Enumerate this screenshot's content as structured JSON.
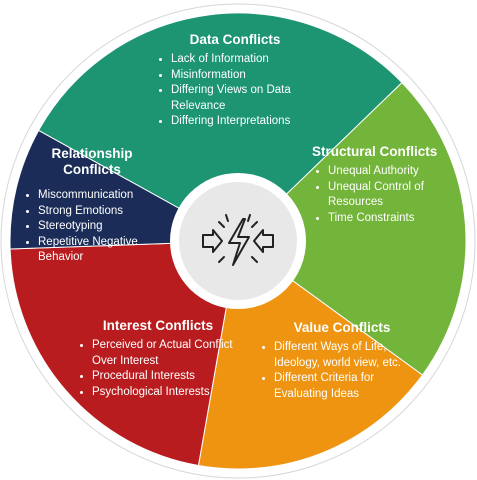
{
  "colors": {
    "data": "#1d9573",
    "structural": "#73b43a",
    "value": "#ee9410",
    "interest": "#b81c1f",
    "relationship": "#1a2c57",
    "hub": "#e8e8e8",
    "rim": "#ffffff"
  },
  "center": {
    "icon": "conflict-clash-icon"
  },
  "segments": {
    "data": {
      "title": "Data Conflicts",
      "items": [
        "Lack of Information",
        "Misinformation",
        "Differing Views on Data Relevance",
        "Differing Interpretations"
      ]
    },
    "structural": {
      "title": "Structural Conflicts",
      "items": [
        "Unequal Authority",
        "Unequal Control of Resources",
        "Time Constraints"
      ]
    },
    "value": {
      "title": "Value Conflicts",
      "items": [
        "Different Ways of Life, Ideology, world view, etc.",
        "Different Criteria for Evaluating Ideas"
      ]
    },
    "interest": {
      "title": "Interest Conflicts",
      "items": [
        "Perceived or Actual Conflict Over Interest",
        "Procedural Interests",
        "Psychological Interests"
      ]
    },
    "relationship": {
      "title": "Relationship Conflicts",
      "items": [
        "Miscommunication",
        "Strong Emotions",
        "Stereotyping",
        "Repetitive Negative Behavior"
      ]
    }
  }
}
